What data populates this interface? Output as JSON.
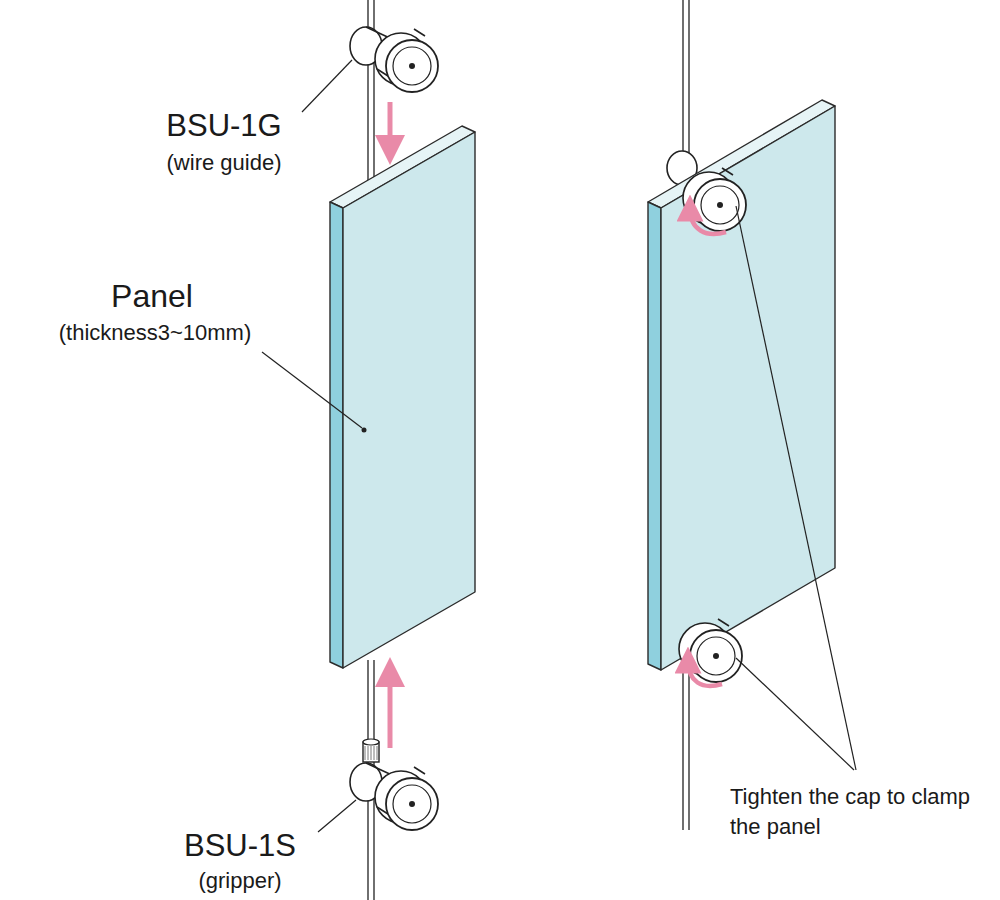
{
  "diagram": {
    "labels": [
      "BSU-1G",
      "(wire guide)",
      "Panel",
      "(thickness3~10mm)",
      "BSU-1S",
      "(gripper)",
      "Tighten the cap to clamp the panel"
    ]
  }
}
